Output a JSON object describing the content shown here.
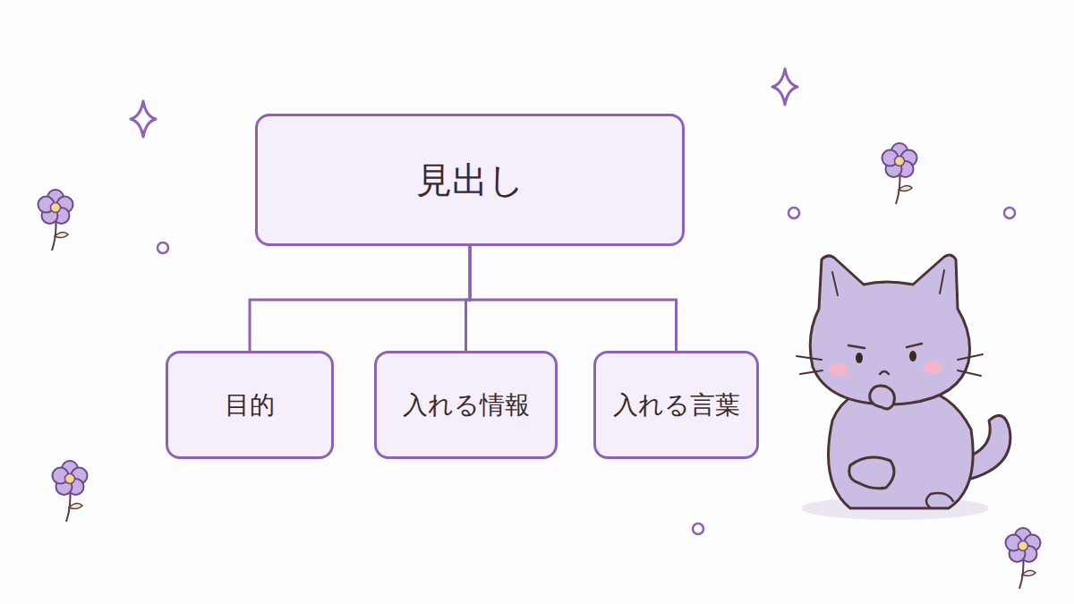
{
  "diagram": {
    "nodes": [
      {
        "text": [
          "見出し"
        ]
      },
      {
        "text": [
          "目的"
        ]
      },
      {
        "text": [
          "入れる情報"
        ]
      },
      {
        "text": [
          "入れる言葉"
        ]
      }
    ],
    "edges": [
      {
        "from": 0,
        "to": 1,
        "arrow": "none"
      },
      {
        "from": 0,
        "to": 2,
        "arrow": "none"
      },
      {
        "from": 0,
        "to": 3,
        "arrow": "none"
      }
    ]
  }
}
